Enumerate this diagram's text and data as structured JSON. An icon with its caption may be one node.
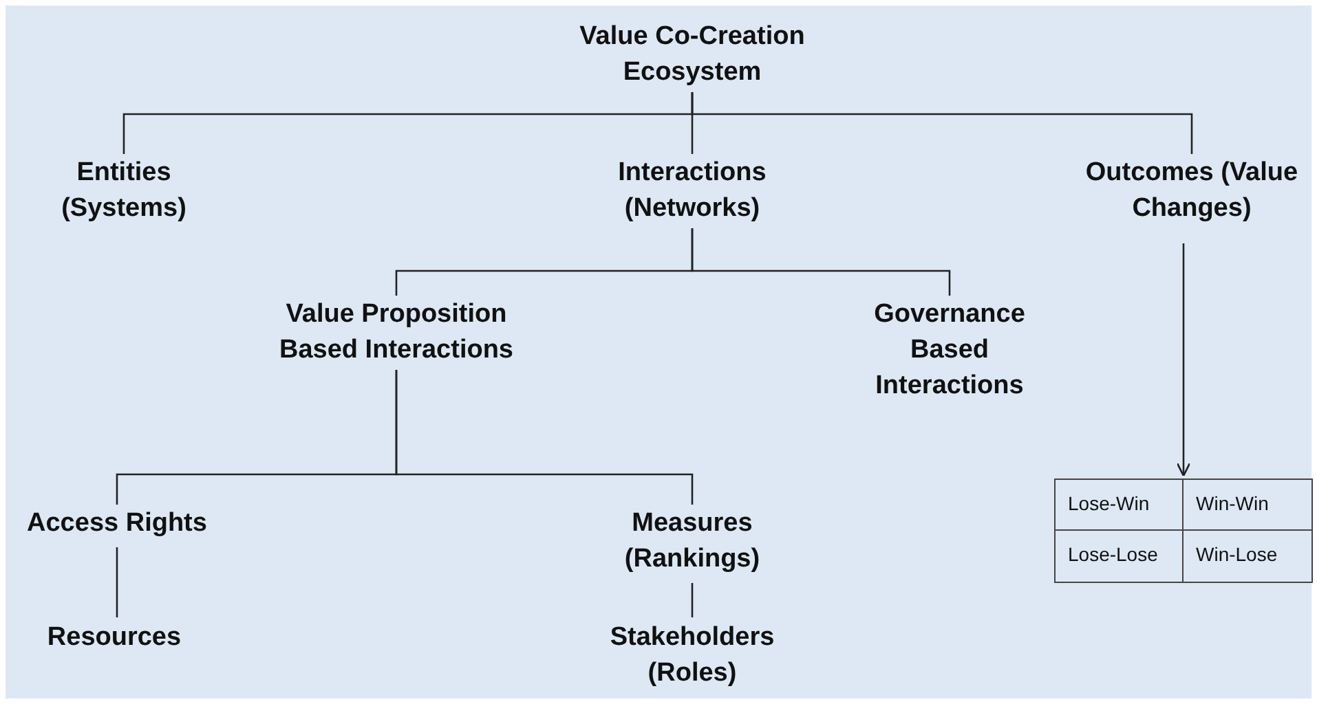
{
  "diagram": {
    "nodes": [
      {
        "text": [
          "Value Co-Creation Ecosystem"
        ]
      },
      {
        "text": [
          "Entities (Systems)"
        ]
      },
      {
        "text": [
          "Interactions (Networks)"
        ]
      },
      {
        "text": [
          "Outcomes (Value Changes)"
        ]
      },
      {
        "text": [
          "Value Proposition Based Interactions"
        ]
      },
      {
        "text": [
          "Governance Based Interactions"
        ]
      },
      {
        "text": [
          "Access Rights"
        ]
      },
      {
        "text": [
          "Measures (Rankings)"
        ]
      },
      {
        "text": [
          "Resources"
        ]
      },
      {
        "text": [
          "Stakeholders (Roles)"
        ]
      },
      {
        "text": [
          "Lose-Win",
          "Win-Win",
          "Lose-Lose",
          "Win-Lose"
        ]
      }
    ],
    "edges": [
      {
        "from": 0,
        "to": 1,
        "arrow": "none"
      },
      {
        "from": 0,
        "to": 2,
        "arrow": "none"
      },
      {
        "from": 0,
        "to": 3,
        "arrow": "none"
      },
      {
        "from": 2,
        "to": 4,
        "arrow": "none"
      },
      {
        "from": 2,
        "to": 5,
        "arrow": "none"
      },
      {
        "from": 4,
        "to": 6,
        "arrow": "none"
      },
      {
        "from": 4,
        "to": 7,
        "arrow": "none"
      },
      {
        "from": 6,
        "to": 8,
        "arrow": "none"
      },
      {
        "from": 7,
        "to": 9,
        "arrow": "none"
      },
      {
        "from": 3,
        "to": 10,
        "arrow": "to"
      }
    ]
  }
}
